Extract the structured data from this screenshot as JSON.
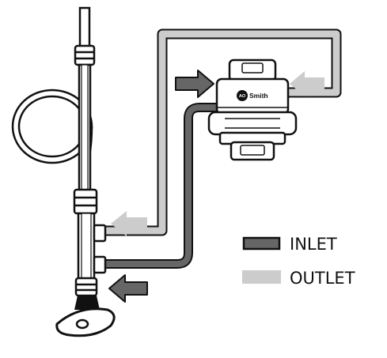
{
  "brand": {
    "logo_mark": "AO",
    "name": "Smith"
  },
  "legend": {
    "inlet_label": "INLET",
    "outlet_label": "OUTLET"
  },
  "colors": {
    "inlet": "#666666",
    "outlet": "#cccccc",
    "outline": "#111111",
    "fill": "#ffffff"
  },
  "icons": [
    "inlet-arrow-icon",
    "outlet-arrow-icon",
    "hose-coil-icon",
    "faucet-icon",
    "water-filter-icon"
  ]
}
